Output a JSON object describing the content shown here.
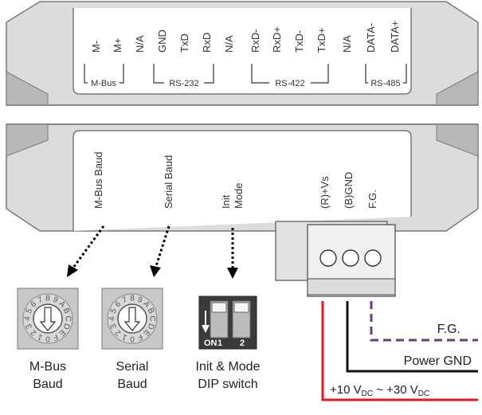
{
  "top_terminals": {
    "pins": [
      "M-",
      "M+",
      "N/A",
      "GND",
      "TxD",
      "RxD",
      "N/A",
      "RxD-",
      "RxD+",
      "TxD-",
      "TxD+",
      "N/A",
      "DATA-",
      "DATA+"
    ],
    "groups": [
      "M-Bus",
      "RS-232",
      "RS-422",
      "RS-485"
    ]
  },
  "bottom_panel": {
    "switch_labels": [
      "M-Bus Baud",
      "Serial Baud",
      "Init\nMode"
    ],
    "power_pins": [
      "(R)+Vs",
      "(B)GND",
      "F.G."
    ]
  },
  "rotary_switches": [
    {
      "chars": "0123456789ABCDEF",
      "caption_line1": "M-Bus",
      "caption_line2": "Baud"
    },
    {
      "chars": "0123456789ABCDEF",
      "caption_line1": "Serial",
      "caption_line2": "Baud"
    }
  ],
  "dip_switch": {
    "on_label": "ON",
    "pin1": "1",
    "pin2": "2",
    "caption_line1": "Init & Mode",
    "caption_line2": "DIP switch"
  },
  "wires": {
    "fg_label": "F.G.",
    "gnd_label": "Power GND",
    "power_prefix": "+10 V",
    "power_sub1": "DC",
    "power_mid": " ~ +30 V",
    "power_sub2": "DC",
    "colors": {
      "power": "#e8161a",
      "gnd": "#111111",
      "fg": "#6a3b7a"
    }
  }
}
